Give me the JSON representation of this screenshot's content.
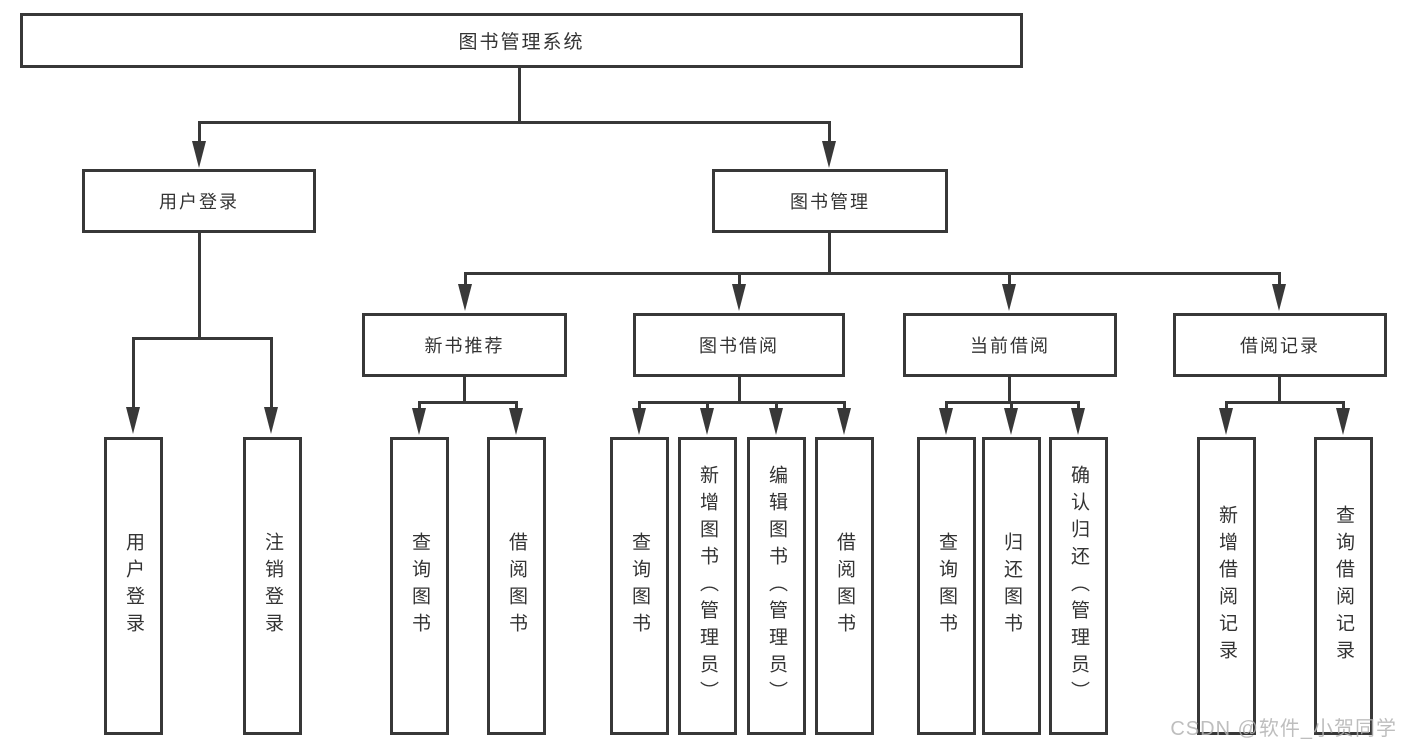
{
  "diagram_title": "图书管理系统",
  "nodes": {
    "root": {
      "label": "图书管理系统"
    },
    "user_login": {
      "label": "用户登录"
    },
    "book_mgmt": {
      "label": "图书管理"
    },
    "new_book_rec": {
      "label": "新书推荐"
    },
    "book_borrow": {
      "label": "图书借阅"
    },
    "current_borrow": {
      "label": "当前借阅"
    },
    "borrow_record": {
      "label": "借阅记录"
    },
    "user_login_leaf": {
      "label": "用户登录"
    },
    "logout_leaf": {
      "label": "注销登录"
    },
    "rec_query_book": {
      "label": "查询图书"
    },
    "rec_borrow_book": {
      "label": "借阅图书"
    },
    "bb_query_book": {
      "label": "查询图书"
    },
    "bb_add_book": {
      "label": "新增图书（管理员）"
    },
    "bb_edit_book": {
      "label": "编辑图书（管理员）"
    },
    "bb_borrow_book": {
      "label": "借阅图书"
    },
    "cb_query_book": {
      "label": "查询图书"
    },
    "cb_return_book": {
      "label": "归还图书"
    },
    "cb_confirm_return": {
      "label": "确认归还（管理员）"
    },
    "br_add_record": {
      "label": "新增借阅记录"
    },
    "br_query_record": {
      "label": "查询借阅记录"
    }
  },
  "edges": [
    {
      "from": "图书管理系统",
      "to": [
        "用户登录",
        "图书管理"
      ]
    },
    {
      "from": "用户登录",
      "to": [
        "用户登录",
        "注销登录"
      ]
    },
    {
      "from": "图书管理",
      "to": [
        "新书推荐",
        "图书借阅",
        "当前借阅",
        "借阅记录"
      ]
    },
    {
      "from": "新书推荐",
      "to": [
        "查询图书",
        "借阅图书"
      ]
    },
    {
      "from": "图书借阅",
      "to": [
        "查询图书",
        "新增图书（管理员）",
        "编辑图书（管理员）",
        "借阅图书"
      ]
    },
    {
      "from": "当前借阅",
      "to": [
        "查询图书",
        "归还图书",
        "确认归还（管理员）"
      ]
    },
    {
      "from": "借阅记录",
      "to": [
        "新增借阅记录",
        "查询借阅记录"
      ]
    }
  ],
  "watermark": "CSDN @软件_小贺同学",
  "colors": {
    "line": "#383838",
    "text": "#333333",
    "watermark": "#b3b3b3",
    "background": "#ffffff"
  }
}
